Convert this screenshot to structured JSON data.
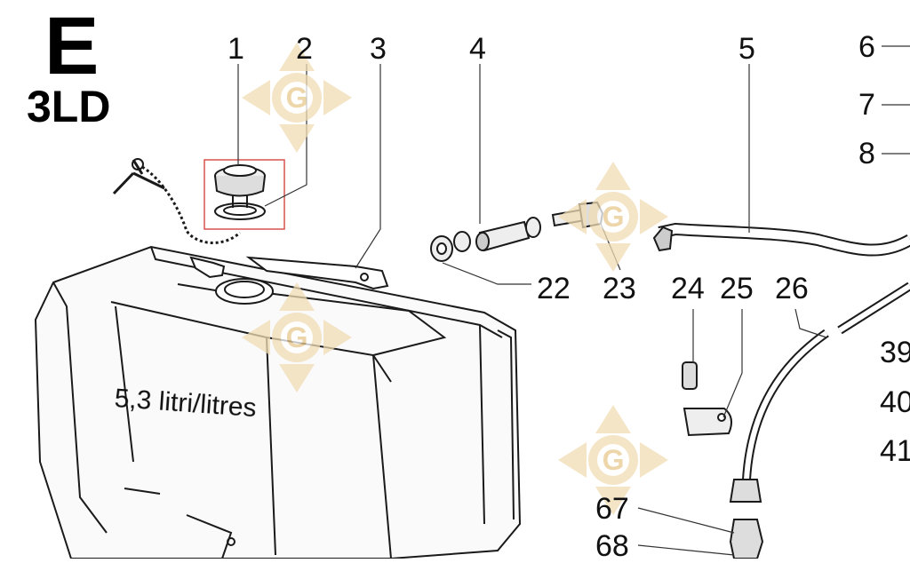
{
  "header": {
    "section_letter": "E",
    "model": "3LD"
  },
  "tank": {
    "capacity_text": "5,3 litri/litres"
  },
  "part_numbers": {
    "p1": "1",
    "p2": "2",
    "p3": "3",
    "p4": "4",
    "p5": "5",
    "p6": "6",
    "p7": "7",
    "p8": "8",
    "p22": "22",
    "p23": "23",
    "p24": "24",
    "p25": "25",
    "p26": "26",
    "p39": "39",
    "p40": "40",
    "p41": "41",
    "p67": "67",
    "p68": "68"
  },
  "colors": {
    "line": "#1a1a1a",
    "watermark": "#f1dcb4",
    "watermark_dark": "#e9c98f",
    "highlight_box": "#d9534f"
  },
  "icons": {
    "watermark": "g-logo-watermark"
  }
}
